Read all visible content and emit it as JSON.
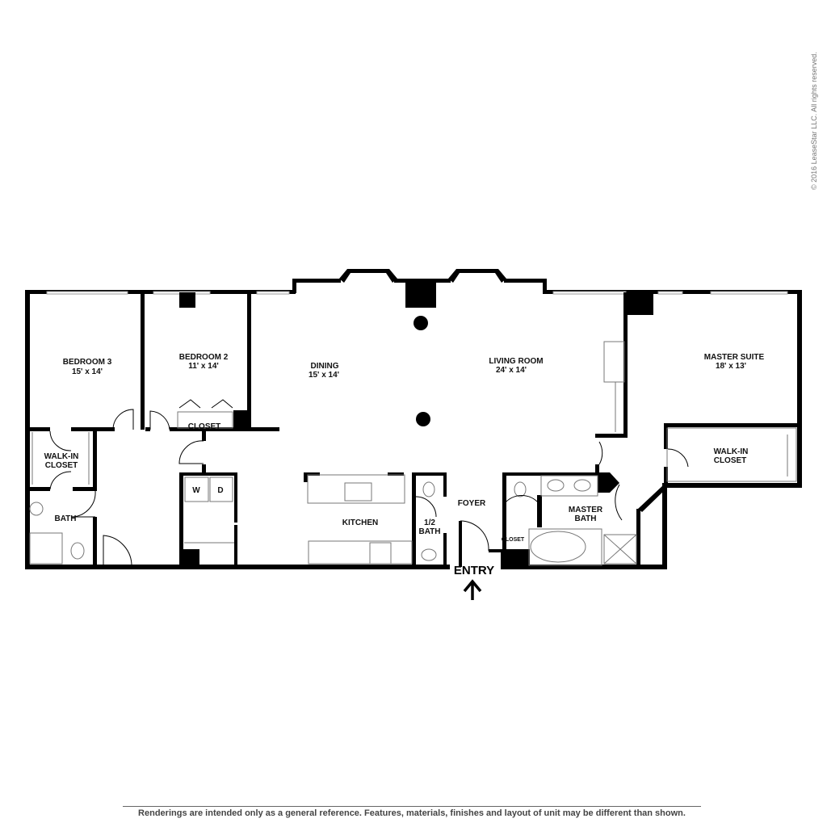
{
  "copyright": "© 2016 LeaseStar LLC. All rights reserved.",
  "disclaimer": "Renderings are intended only as a general reference. Features, materials, finishes and layout of unit may be different than shown.",
  "rooms": {
    "bedroom3": {
      "name": "BEDROOM 3",
      "size": "15' x 14'"
    },
    "bedroom2": {
      "name": "BEDROOM 2",
      "size": "11' x 14'"
    },
    "dining": {
      "name": "DINING",
      "size": "15' x 14'"
    },
    "living": {
      "name": "LIVING ROOM",
      "size": "24' x 14'"
    },
    "master": {
      "name": "MASTER SUITE",
      "size": "18' x 13'"
    },
    "closet_bed2": "CLOSET",
    "walkin_left": [
      "WALK-IN",
      "CLOSET"
    ],
    "bath": "BATH",
    "kitchen": "KITCHEN",
    "half_bath": [
      "1/2",
      "BATH"
    ],
    "foyer": "FOYER",
    "closet_foyer": "CLOSET",
    "master_bath": [
      "MASTER",
      "BATH"
    ],
    "walkin_right": [
      "WALK-IN",
      "CLOSET"
    ],
    "washer": "W",
    "dryer": "D"
  },
  "entry": {
    "label": "ENTRY",
    "icon": "arrow-up-icon"
  }
}
